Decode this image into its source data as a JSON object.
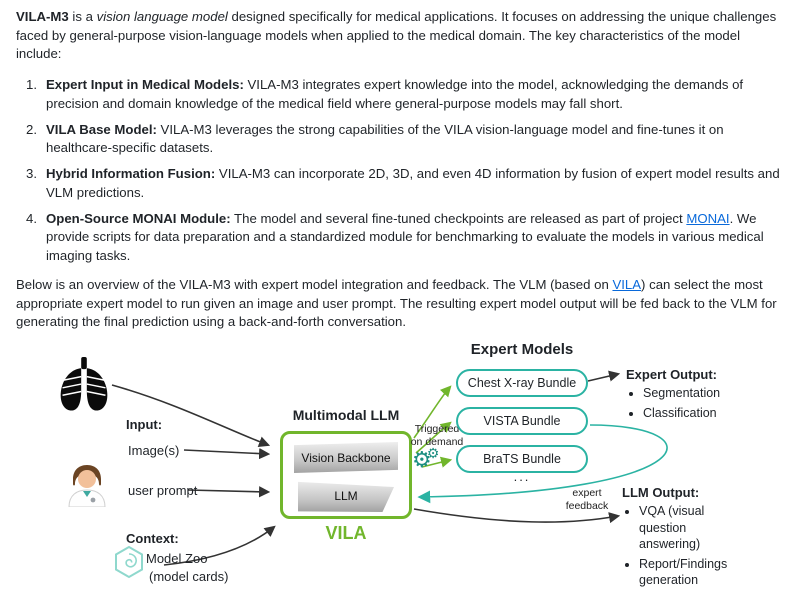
{
  "colors": {
    "green": "#71b62c",
    "teal": "#2bb3a3",
    "teal-dark": "#1d8f82",
    "link": "#0969da",
    "text": "#1f2328"
  },
  "intro": {
    "lead_bold": "VILA-M3",
    "seg1": " is a ",
    "italic": "vision language model",
    "seg2": " designed specifically for medical applications. It focuses on addressing the unique challenges faced by general-purpose vision-language models when applied to the medical domain. The key characteristics of the model include:"
  },
  "list": {
    "items": [
      {
        "num": "1.",
        "title": "Expert Input in Medical Models:",
        "text": " VILA-M3 integrates expert knowledge into the model, acknowledging the demands of precision and domain knowledge of the medical field where general-purpose models may fall short."
      },
      {
        "num": "2.",
        "title": "VILA Base Model:",
        "text": " VILA-M3 leverages the strong capabilities of the VILA vision-language model and fine-tunes it on healthcare-specific datasets."
      },
      {
        "num": "3.",
        "title": "Hybrid Information Fusion:",
        "text": " VILA-M3 can incorporate 2D, 3D, and even 4D information by fusion of expert model results and VLM predictions."
      },
      {
        "num": "4.",
        "title": "Open-Source MONAI Module:",
        "text": " The model and several fine-tuned checkpoints are released as part of project ",
        "link": "MONAI",
        "text2": ". We provide scripts for data preparation and a standardized module for benchmarking to evaluate the models in various medical imaging tasks."
      }
    ]
  },
  "overview": {
    "seg1": "Below is an overview of the VILA-M3 with expert model integration and feedback. The VLM (based on ",
    "link": "VILA",
    "seg2": ") can select the most appropriate expert model to run given an image and user prompt. The resulting expert model output will be fed back to the VLM for generating the final prediction using a back-and-forth conversation."
  },
  "diagram": {
    "input_label": "Input:",
    "images_label": "Image(s)",
    "user_prompt_label": "user prompt",
    "context_label": "Context:",
    "model_zoo_label": "Model Zoo",
    "model_cards_label": "(model cards)",
    "multimodal_llm_title": "Multimodal LLM",
    "vision_backbone_label": "Vision Backbone",
    "llm_label": "LLM",
    "vila_label": "VILA",
    "triggered_label": "Triggered on demand",
    "gear_icon": "⚙",
    "expert_models_title": "Expert Models",
    "bundles": [
      "Chest X-ray Bundle",
      "VISTA Bundle",
      "BraTS Bundle"
    ],
    "more_label": "...",
    "expert_output_title": "Expert Output:",
    "expert_outputs": [
      "Segmentation",
      "Classification"
    ],
    "expert_feedback_label": "expert feedback",
    "llm_output_title": "LLM Output:",
    "llm_outputs": [
      "VQA (visual question answering)",
      "Report/Findings generation"
    ]
  }
}
